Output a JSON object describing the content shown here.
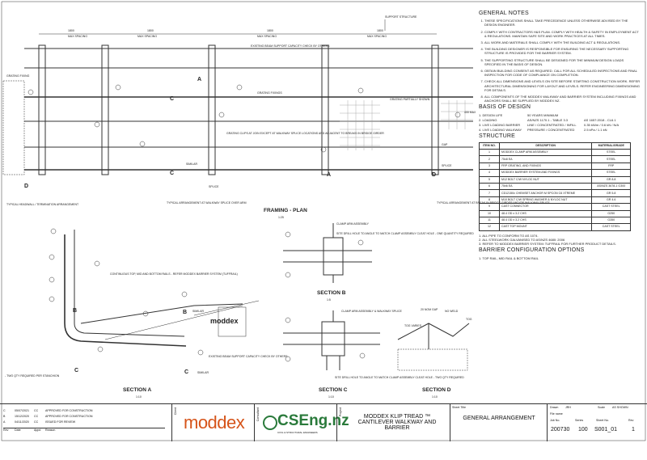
{
  "labels": {
    "support_structure": "SUPPORT STRUCTURE",
    "dim": "1800",
    "max_spacing": "MAX SPACING",
    "existing_beam": "EXISTING BEAM SUPPORT CAPACITY CHECK BY OTHERS",
    "grating_fixing": "GRATING FIXING",
    "grating_fixings": "GRATING FIXINGS",
    "grating_partially": "GRATING PARTIALLY SHOWN",
    "grating_clips": "GRATING CLIPS AT JOIN EXCEPT AT WALKWAY SPLICE LOCATIONS AND ADJACENT TO BREAKS IN BRIDGE GIRDER",
    "similar": "SIMILAR",
    "splice": "SPLICE",
    "gap": "GAP",
    "typ_headwall": "TYPICAL HEADWALL / TERMINATION ARRANGEMENT",
    "typ_splice": "TYPICAL ARRANGEMENT AT WALKWAY SPLICE OVER ARM",
    "typ_break": "TYPICAL ARRANGEMENT AT BREAK IN BRIDGE GIRDER AND/OR WALKWAY SPLICE",
    "framing_plan": "FRAMING - PLAN",
    "scale_125": "1:25",
    "scale_110": "1:10",
    "scale_15": "1:5",
    "clamp_arm": "CLAMP ARM ASSEMBLY",
    "site_drill_b": "SITE DRILL HOLE TO ANGLE TO MATCH CLAMP ASSEMBLY CLEAT HOLE - ONE QUANTITY REQUIRED",
    "clamp_arm_walkway": "CLAMP ARM ASSEMBLY & WALKWAY SPLICE",
    "site_drill_c": "SITE DRILL HOLE TO ANGLE TO MATCH CLAMP ASSEMBLY CLEAT HOLE - TWO QTY REQUIRED",
    "continuous_rails": "CONTINUOUS TOP, MID AND BOTTOM RAILS - REFER MODDEX BARRIER SYSTEM (TUFFRAIL)",
    "two_qty": "- TWO QTY REQUIRED PER STANCHION",
    "existing_beam2": "EXISTING BEAM SUPPORT CAPACITY CHECK BY OTHERS",
    "section_a": "SECTION A",
    "section_b": "SECTION B",
    "section_c": "SECTION C",
    "section_d": "SECTION D",
    "moddex": "moddex",
    "nom_gap": "20 NOM GAP",
    "tog_varies": "TOG VARIES",
    "no_weld": "NO WELD",
    "tog": "TOG",
    "d400": "400 MAX"
  },
  "notes": {
    "general_title": "GENERAL NOTES",
    "general": [
      "THESE SPECIFICATIONS SHALL TAKE PRECEDENCE UNLESS OTHERWISE ADVISED BY THE DESIGN ENGINEER.",
      "COMPLY WITH CONTRACTORS H&S PLAN. COMPLY WITH HEALTH & SAFETY IN EMPLOYMENT ACT & REGULATIONS. MAINTAIN SAFE SITE AND WORK PRACTICES AT ALL TIMES.",
      "ALL WORK AND MATERIALS SHALL COMPLY WITH THE BUILDING ACT & REGULATIONS.",
      "THE BUILDING DESIGNER IS RESPONSIBLE FOR ENSURING THE NECESSARY SUPPORTING STRUCTURE IS PROVIDED FOR THE BARRIER SYSTEM.",
      "THE SUPPORTING STRUCTURE SHALL BE DESIGNED FOR THE MINIMUM DESIGN LOADS SPECIFIED IN THE BASIS OF DESIGN.",
      "OBTAIN BUILDING CONSENT AS REQUIRED. CALL FOR ALL SCHEDULED INSPECTIONS AND FINAL INSPECTION FOR CODE OF COMPLIANCE ON COMPLETION.",
      "CHECK ALL DIMENSIONS AND LEVELS ON SITE BEFORE STARTING CONSTRUCTION WORK. REFER ARCHITECTURAL DIMENSIONING FOR LAYOUT AND LEVELS. REFER ENGINEERING DIMENSIONING FOR DETAILS.",
      "ALL COMPONENTS OF THE MODDEX WALKWAY AND BARRIER SYSTEM INCLUDING FIXINGS AND ANCHORS SHALL BE SUPPLIED BY MODDEX NZ."
    ],
    "basis_title": "BASIS OF DESIGN",
    "basis": [
      {
        "k": "1. DESIGN LIFE",
        "a": "50 YEARS MINIMUM",
        "b": ""
      },
      {
        "k": "2. LOADING",
        "a": "AS/NZS 1170.1 - TABLE 3.3",
        "b": "AS 1657:2018 - CL6.1"
      },
      {
        "k": "3. LIVE LOADING BARRIER",
        "a": "LINE / CONCENTRATED / INFILL",
        "b": "0.35 kN/m / 0.6 kN / N/A"
      },
      {
        "k": "4. LIVE LOADING WALKWAY",
        "a": "PRESSURE / CONCENTRATED",
        "b": "2.5 kPa / 1.1 kN"
      }
    ],
    "structure_title": "STRUCTURE",
    "structure_headers": [
      "ITEM NO.",
      "DESCRIPTION",
      "MATERIAL/GRADE"
    ],
    "structure_rows": [
      [
        "1",
        "MODDEX CLAMP ARM ASSEMBLY",
        "STEEL"
      ],
      [
        "2",
        "75x8 EA",
        "STEEL"
      ],
      [
        "3",
        "FRP GRATING, AND FIXINGS",
        "FRP"
      ],
      [
        "4",
        "MODDEX BARRIER SYSTEM AND FIXINGS",
        "STEEL"
      ],
      [
        "5",
        "M12 BOLT C/W NYLOC NUT",
        "GR 8.8"
      ],
      [
        "6",
        "75x6 EA",
        "AS/NZS 3678-1 G300"
      ],
      [
        "7",
        "CD12150x CHEMSET ANCHOR M SPCON C6 XTREME",
        "GR 5.8"
      ],
      [
        "8",
        "M10 BOLT C/W SPRING WASHER & NYLOC NUT",
        "GR 4.6"
      ],
      [
        "9",
        "CAST CONNECTOR",
        "CAST STEEL"
      ],
      [
        "10",
        "48.4 OD x 3.2 CHS",
        "G250"
      ],
      [
        "11",
        "48.4 OD x 3.2 CHS",
        "G350"
      ],
      [
        "12",
        "CAST TOP MOUNT",
        "CAST STEEL"
      ]
    ],
    "structure_notes": [
      "1. ALL PIPE TO CONFORM TO AS 1074.",
      "2. ALL STEELWORK GALVANISED TO AS/NZS 4680: 2006",
      "3. REFER TO MODDEX BARRIER SYSTEM: TUFFRAIL FOR FURTHER PRODUCT DETAILS."
    ],
    "barrier_title": "BARRIER CONFIGURATION OPTIONS",
    "barrier": "1. TOP RAIL, MID RAIL & BOTTOM RAIL"
  },
  "title_block": {
    "revisions": [
      {
        "rev": "C",
        "date": "05/07/2021",
        "appd": "CC",
        "reason": "APPROVED FOR CONSTRUCTION"
      },
      {
        "rev": "B",
        "date": "15/12/2020",
        "appd": "CC",
        "reason": "APPROVED FOR CONSTRUCTION"
      },
      {
        "rev": "A",
        "date": "04/11/2020",
        "appd": "CC",
        "reason": "ISSUED FOR REVIEW"
      }
    ],
    "rev_headers": [
      "Rev",
      "Date",
      "Appd",
      "Reason"
    ],
    "client_label": "Client",
    "consultant_label": "Consultant",
    "project_label": "Project",
    "client_logo": "moddex",
    "consultant_logo": "CSEng.nz",
    "consultant_tag": "CIVIL & STRUCTURAL ENGINEERS",
    "project": "MODDEX KLIP TREAD ™ CANTILEVER WALKWAY AND BARRIER",
    "sheet_title_label": "Sheet Title",
    "sheet_title": "GENERAL ARRANGEMENT",
    "drawn_label": "Drawn",
    "drawn": "JRH",
    "scale_label": "Scale",
    "scale": "AS SHOWN",
    "file_label": "File name",
    "job_label": "Job No.",
    "series_label": "Series",
    "sheet_label": "Sheet No.",
    "rev_label": "Rev",
    "job": "200730",
    "series": "100",
    "sheet": "S001_01",
    "rev": "1"
  }
}
